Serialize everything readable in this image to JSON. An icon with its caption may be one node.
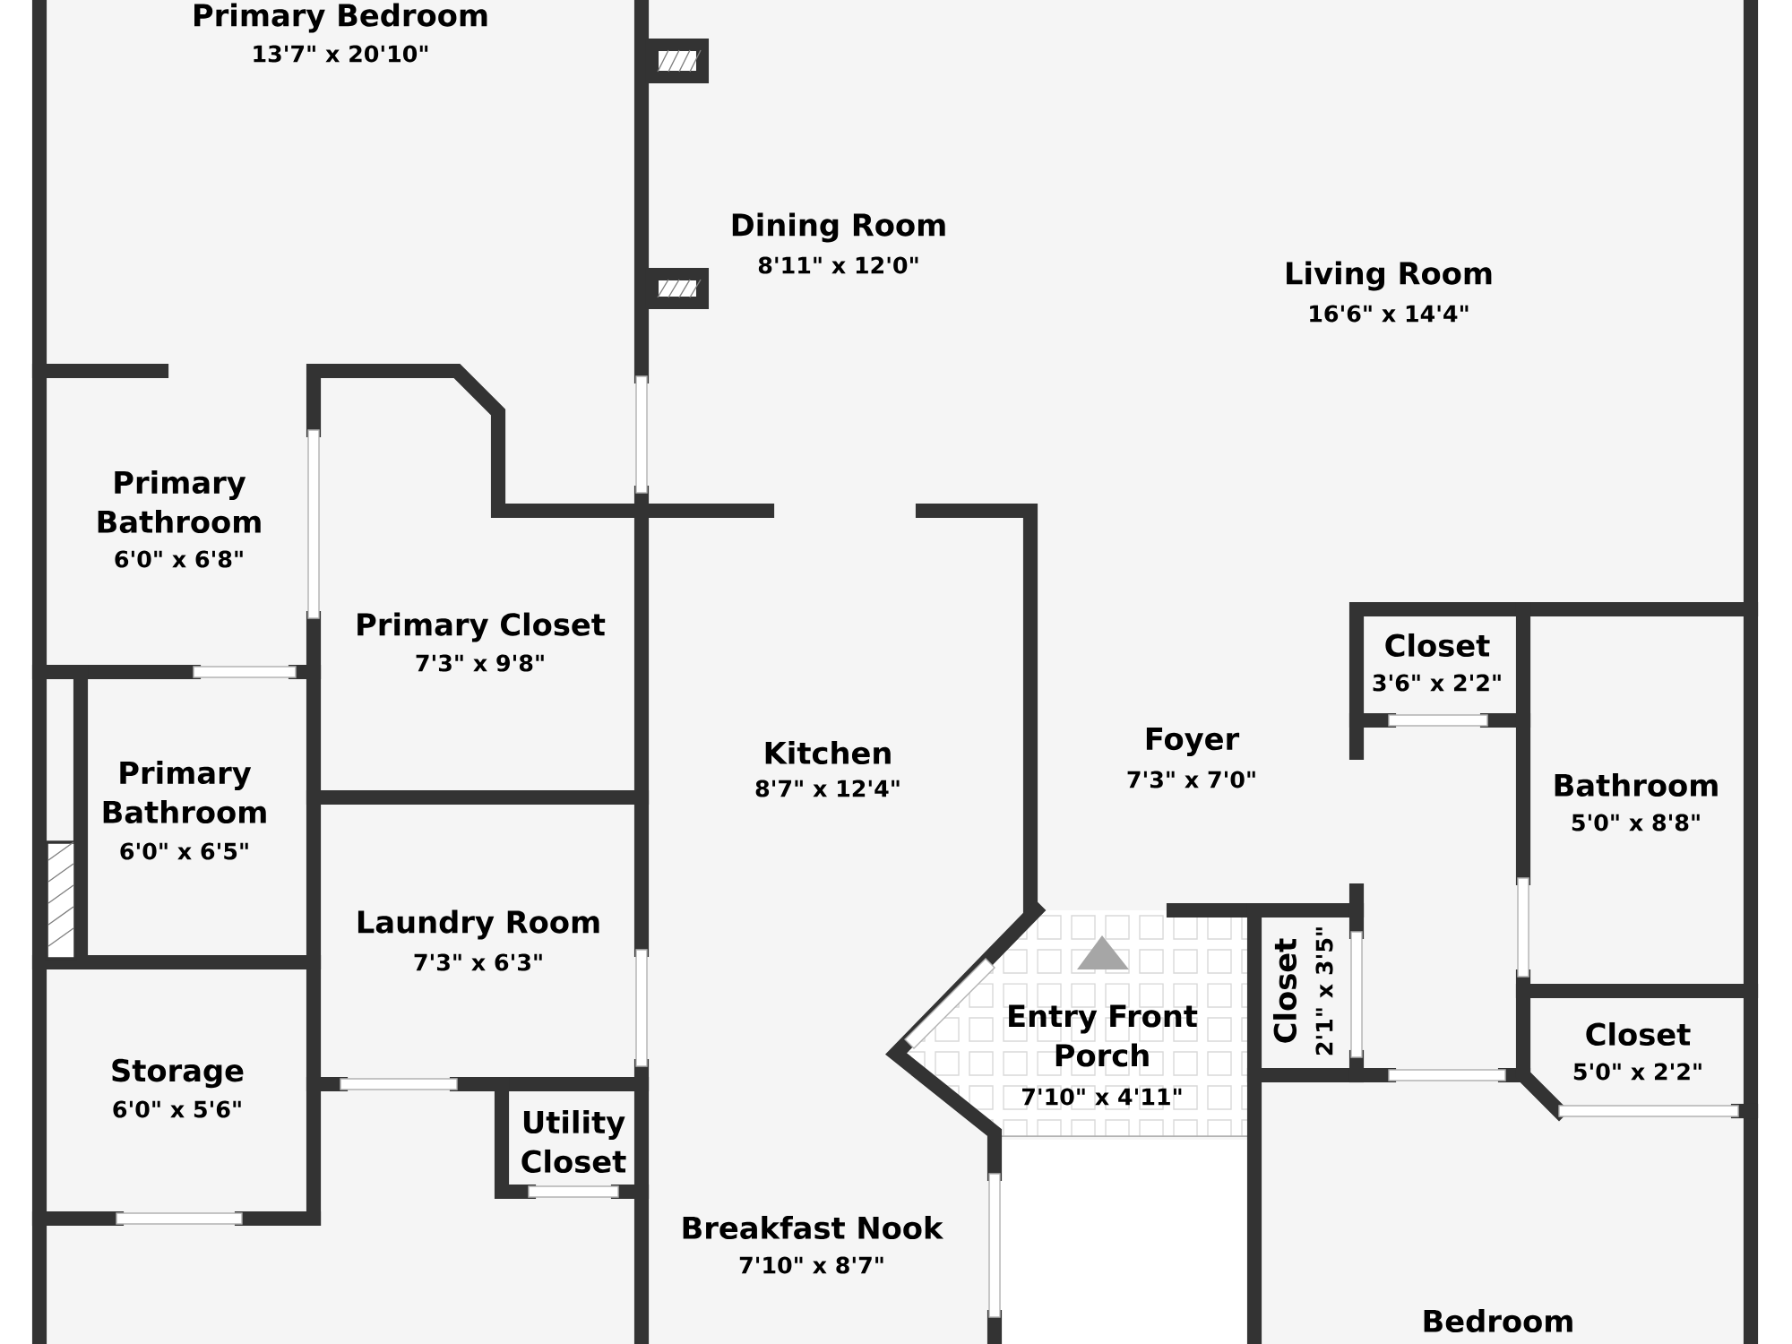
{
  "diagram": {
    "labels": [
      "Primary Bedroom",
      "13'7\" x 20'10\"",
      "Dining Room",
      "8'11\" x 12'0\"",
      "Living Room",
      "16'6\" x 14'4\"",
      "Primary Bathroom",
      "6'0\" x 6'8\"",
      "Primary Closet",
      "7'3\" x 9'8\"",
      "Closet",
      "3'6\" x 2'2\"",
      "Kitchen",
      "8'7\" x 12'4\"",
      "Foyer",
      "7'3\" x 7'0\"",
      "Primary Bathroom",
      "6'0\" x 6'5\"",
      "Bathroom",
      "5'0\" x 8'8\"",
      "Laundry Room",
      "7'3\" x 6'3\"",
      "Entry Front Porch",
      "7'10\" x 4'11\"",
      "Closet",
      "2'1\" x 3'5\"",
      "Closet",
      "5'0\" x 2'2\"",
      "Storage",
      "6'0\" x 5'6\"",
      "Utility Closet",
      "Breakfast Nook",
      "7'10\" x 8'7\"",
      "Bedroom"
    ]
  }
}
